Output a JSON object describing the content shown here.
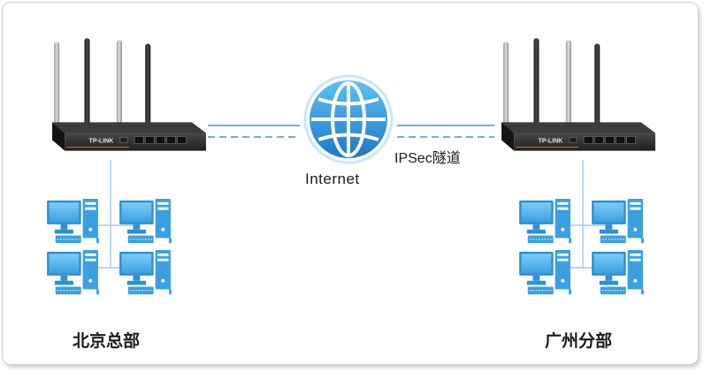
{
  "cloud": {
    "label": "Internet",
    "icon": "globe-icon"
  },
  "tunnel": {
    "label": "IPSec隧道"
  },
  "sites": [
    {
      "name": "北京总部",
      "router_icon": "router-icon",
      "pc_count": 4
    },
    {
      "name": "广州分部",
      "router_icon": "router-icon",
      "pc_count": 4
    }
  ],
  "router": {
    "brand": "TP-LINK"
  },
  "colors": {
    "link": "#4a8fd0",
    "pc_blue": "#4aaee8",
    "globe_blue": "#2e8fd8",
    "router_body": "#2b2b2b"
  }
}
